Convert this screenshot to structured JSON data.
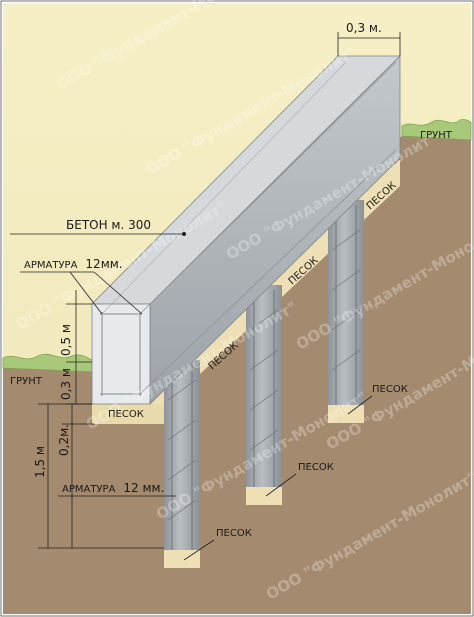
{
  "labels": {
    "width_dim": "0,3 м.",
    "ground_right": "ГРУНТ",
    "ground_left": "ГРУНТ",
    "concrete": "БЕТОН м. 300",
    "rebar_top_name": "АРМАТУРА",
    "rebar_top_size": "12мм.",
    "beam_height": "0,5 м",
    "above_ground": "0,3 м",
    "sand_depth": "0,2м.",
    "pile_depth": "1,5 м",
    "rebar_bottom_name": "АРМАТУРА",
    "rebar_bottom_size": "12 мм.",
    "sand_beam_left": "ПЕСОК",
    "sand_beam_mid1": "ПЕСОК",
    "sand_beam_mid2": "ПЕСОК",
    "sand_beam_right": "ПЕСОК",
    "sand_pile_right": "ПЕСОК",
    "sand_pile_mid": "ПЕСОК",
    "sand_pile_left": "ПЕСОК"
  },
  "watermark": "ООО \"Фундамент-Монолит\"",
  "colors": {
    "sky": "#f4ecbf",
    "soil": "#a48a6e",
    "grass": "#a9c97a",
    "sand": "#eee0b4",
    "concrete_front": "#e7eaec",
    "concrete_side": "#b9bec3",
    "concrete_top": "#d3d7db",
    "pile": "#a4aaaf"
  }
}
